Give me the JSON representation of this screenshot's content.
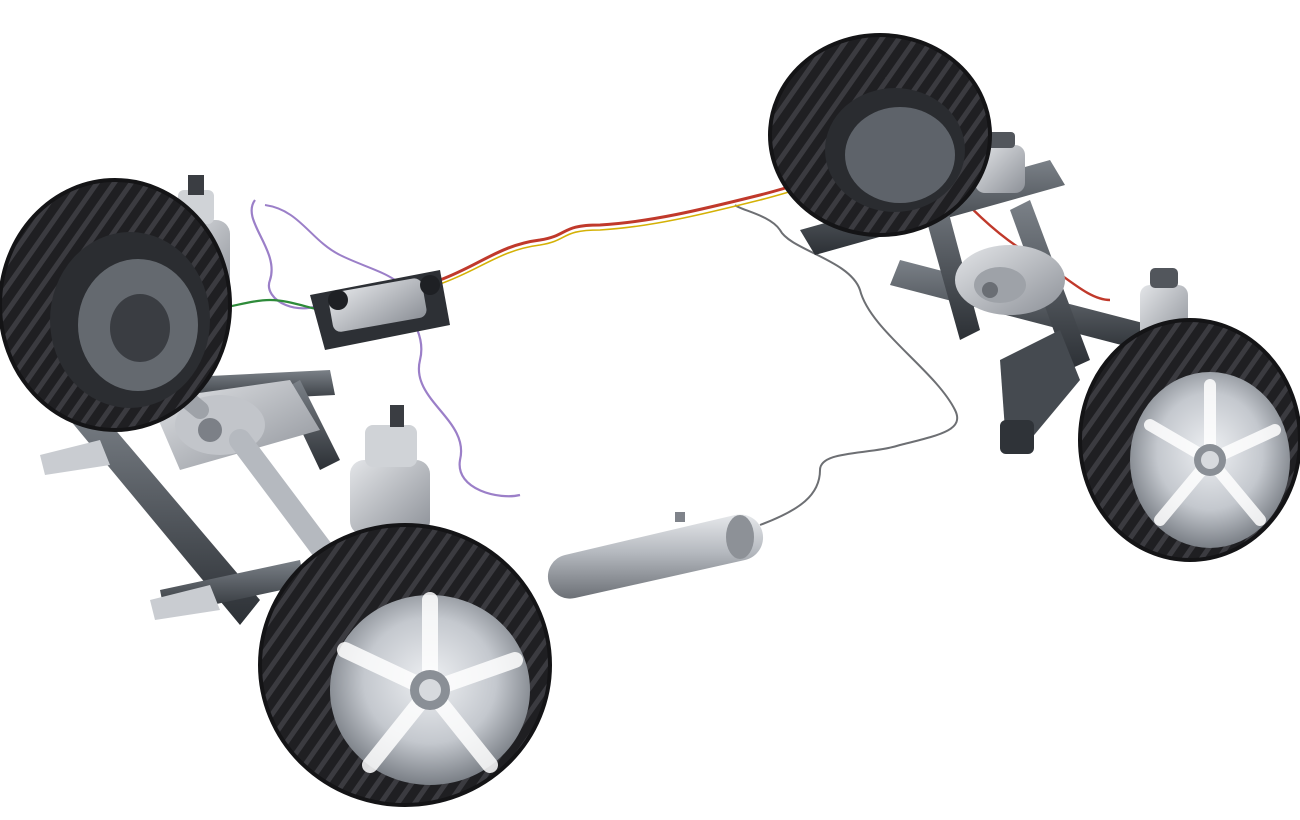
{
  "scene": {
    "background": "#ffffff",
    "colors": {
      "tire": "#1c1c1e",
      "tire_tread": "#3a3a3e",
      "rim": "#c9ccd1",
      "rim_dark": "#7c8087",
      "subframe": "#3e4349",
      "subframe_light": "#6a7077",
      "aluminium": "#b8bcc2",
      "air_line_front": "#9b7fc8",
      "air_line_rear": "#6d6f73",
      "wire_green": "#2e8b3a",
      "wire_red": "#c0392b",
      "wire_yellow": "#d4b106",
      "tank": "#a9adb3"
    },
    "components": [
      "front-left-wheel",
      "front-right-wheel",
      "rear-left-wheel",
      "rear-right-wheel",
      "front-subframe",
      "front-differential",
      "front-air-strut-left",
      "front-air-strut-right",
      "air-compressor",
      "pressure-reservoir",
      "rear-subframe",
      "rear-differential",
      "rear-air-spring-left",
      "rear-air-spring-right",
      "air-lines",
      "wiring-harness"
    ]
  }
}
